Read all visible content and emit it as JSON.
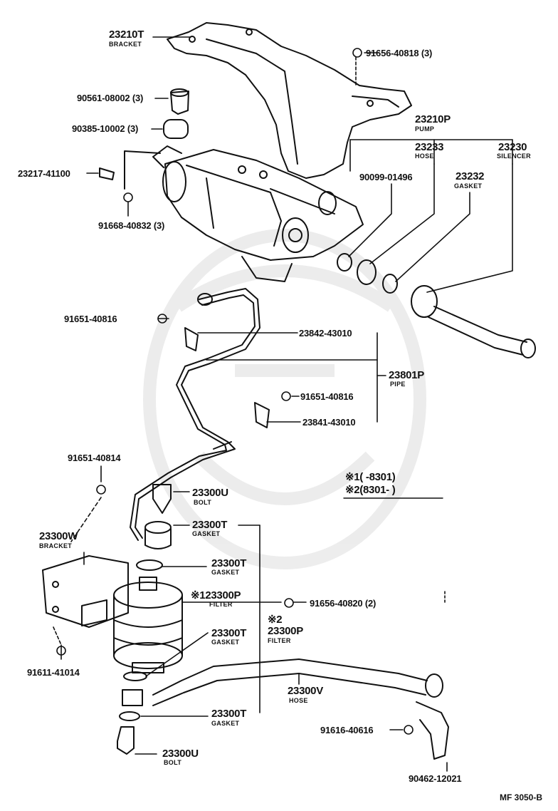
{
  "labels": {
    "bracket_top": {
      "number": "23210T",
      "name": "BRACKET"
    },
    "bolt_91656_40818": "91656-40818 (3)",
    "p90561": "90561-08002 (3)",
    "p90385": "90385-10002 (3)",
    "p23217": "23217-41100",
    "p91668": "91668-40832 (3)",
    "pump": {
      "number": "23210P",
      "name": "PUMP"
    },
    "hose_top": {
      "number": "23233",
      "name": "HOSE"
    },
    "silencer": {
      "number": "23230",
      "name": "SILENCER"
    },
    "p90099": "90099-01496",
    "gasket_23232": {
      "number": "23232",
      "name": "GASKET"
    },
    "p91651_40816_a": "91651-40816",
    "p23842": "23842-43010",
    "pipe": {
      "number": "23801P",
      "name": "PIPE"
    },
    "p91651_40816_b": "91651-40816",
    "p23841": "23841-43010",
    "p91651_40814": "91651-40814",
    "bolt_23300U_top": {
      "number": "23300U",
      "name": "BOLT"
    },
    "gasket_23300T_1": {
      "number": "23300T",
      "name": "GASKET"
    },
    "bracket_23300W": {
      "number": "23300W",
      "name": "BRACKET"
    },
    "gasket_23300T_2": {
      "number": "23300T",
      "name": "GASKET"
    },
    "filter_1": {
      "mark": "※1",
      "number": "23300P",
      "name": "FILTER"
    },
    "p91656_40820": "91656-40820 (2)",
    "gasket_23300T_3": {
      "number": "23300T",
      "name": "GASKET"
    },
    "filter_2": {
      "mark": "※2",
      "number": "23300P",
      "name": "FILTER"
    },
    "hose_bottom": {
      "number": "23300V",
      "name": "HOSE"
    },
    "p91611": "91611-41014",
    "gasket_23300T_4": {
      "number": "23300T",
      "name": "GASKET"
    },
    "p91616": "91616-40616",
    "bolt_23300U_bottom": {
      "number": "23300U",
      "name": "BOLT"
    },
    "p90462": "90462-12021"
  },
  "legend": {
    "line1": "※1(      -8301)",
    "line2": "※2(8301-       )"
  },
  "figure_code": "MF 3050-B",
  "colors": {
    "ink": "#111111",
    "watermark": "#d9d9d9"
  }
}
